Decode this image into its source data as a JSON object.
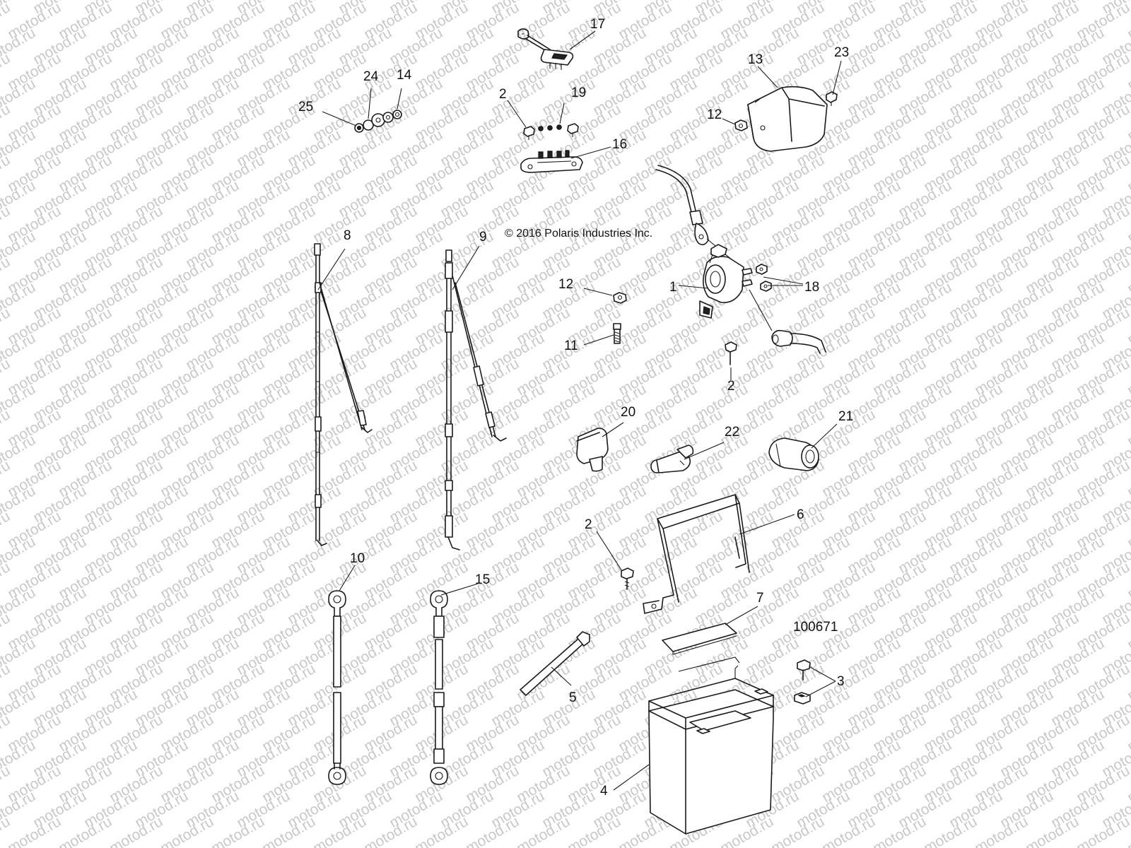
{
  "watermark": {
    "text": "motod.ru",
    "color": "#c9c9c9"
  },
  "copyright": "© 2016 Polaris Industries Inc.",
  "diagram_id": "100671",
  "callouts": {
    "c1": "1",
    "c2a": "2",
    "c2b": "2",
    "c2c": "2",
    "c3": "3",
    "c4": "4",
    "c5": "5",
    "c6": "6",
    "c7": "7",
    "c8": "8",
    "c9": "9",
    "c10": "10",
    "c11": "11",
    "c12a": "12",
    "c12b": "12",
    "c13": "13",
    "c14": "14",
    "c15": "15",
    "c16": "16",
    "c17": "17",
    "c18": "18",
    "c19": "19",
    "c20": "20",
    "c21": "21",
    "c22": "22",
    "c23": "23",
    "c24": "24",
    "c25": "25"
  }
}
